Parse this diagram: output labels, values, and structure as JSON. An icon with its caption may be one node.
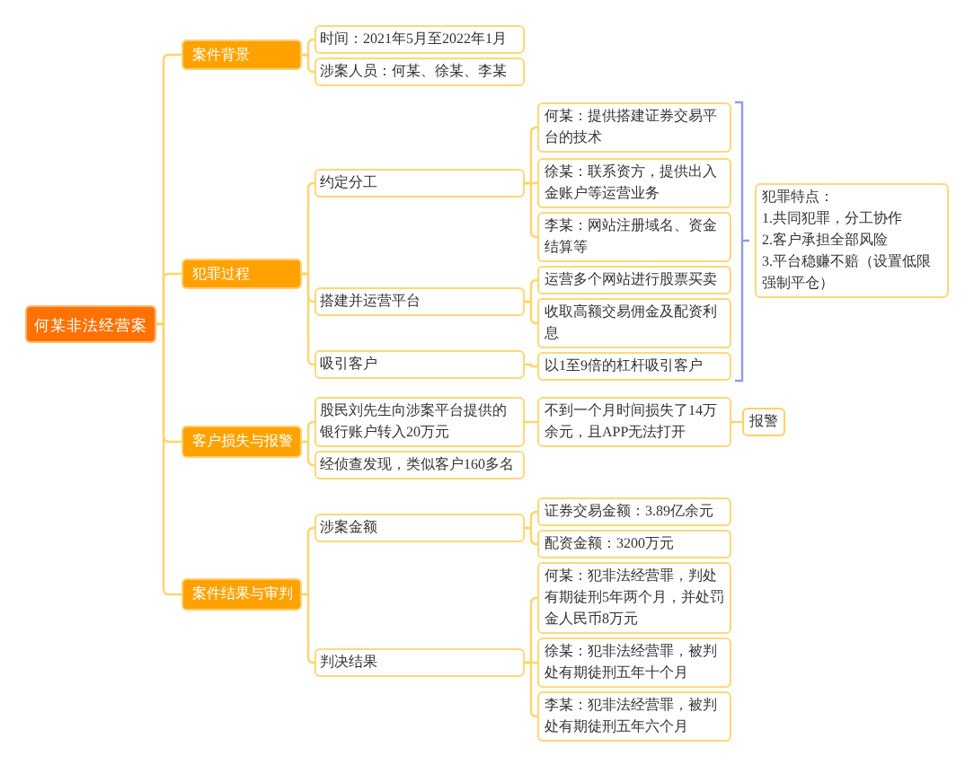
{
  "diagram": {
    "nodes": [
      {
        "text": [
          "何某非法经营案"
        ]
      },
      {
        "text": [
          "案件背景"
        ]
      },
      {
        "text": [
          "时间：2021年5月至2022年1月"
        ]
      },
      {
        "text": [
          "涉案人员：何某、徐某、李某"
        ]
      },
      {
        "text": [
          "犯罪过程"
        ]
      },
      {
        "text": [
          "约定分工"
        ]
      },
      {
        "text": [
          "何某：提供搭建证券交易平台的技术"
        ]
      },
      {
        "text": [
          "徐某：联系资方，提供出入金账户等运营业务"
        ]
      },
      {
        "text": [
          "李某：网站注册域名、资金结算等"
        ]
      },
      {
        "text": [
          "搭建并运营平台"
        ]
      },
      {
        "text": [
          "运营多个网站进行股票买卖"
        ]
      },
      {
        "text": [
          "收取高额交易佣金及配资利息"
        ]
      },
      {
        "text": [
          "吸引客户"
        ]
      },
      {
        "text": [
          "以1至9倍的杠杆吸引客户"
        ]
      },
      {
        "text": [
          "犯罪特点：",
          "1.共同犯罪，分工协作",
          "2.客户承担全部风险",
          "3.平台稳赚不赔（设置低限强制平仓）"
        ]
      },
      {
        "text": [
          "客户损失与报警"
        ]
      },
      {
        "text": [
          "股民刘先生向涉案平台提供的银行账户转入20万元"
        ]
      },
      {
        "text": [
          "经侦查发现，类似客户160多名"
        ]
      },
      {
        "text": [
          "不到一个月时间损失了14万余元，且APP无法打开"
        ]
      },
      {
        "text": [
          "报警"
        ]
      },
      {
        "text": [
          "案件结果与审判"
        ]
      },
      {
        "text": [
          "涉案金额"
        ]
      },
      {
        "text": [
          "证券交易金额：3.89亿余元"
        ]
      },
      {
        "text": [
          "配资金额：3200万元"
        ]
      },
      {
        "text": [
          "判决结果"
        ]
      },
      {
        "text": [
          "何某：犯非法经营罪，判处有期徒刑5年两个月，并处罚金人民币8万元"
        ]
      },
      {
        "text": [
          "徐某：犯非法经营罪，被判处有期徒刑五年十个月"
        ]
      },
      {
        "text": [
          "李某：犯非法经营罪，被判处有期徒刑五年六个月"
        ]
      }
    ],
    "edges": [
      {
        "from": 0,
        "to": 1,
        "arrow": "none"
      },
      {
        "from": 0,
        "to": 4,
        "arrow": "none"
      },
      {
        "from": 0,
        "to": 15,
        "arrow": "none"
      },
      {
        "from": 0,
        "to": 20,
        "arrow": "none"
      },
      {
        "from": 1,
        "to": 2,
        "arrow": "none"
      },
      {
        "from": 1,
        "to": 3,
        "arrow": "none"
      },
      {
        "from": 4,
        "to": 5,
        "arrow": "none"
      },
      {
        "from": 4,
        "to": 9,
        "arrow": "none"
      },
      {
        "from": 4,
        "to": 12,
        "arrow": "none"
      },
      {
        "from": 5,
        "to": 6,
        "arrow": "none"
      },
      {
        "from": 5,
        "to": 7,
        "arrow": "none"
      },
      {
        "from": 5,
        "to": 8,
        "arrow": "none"
      },
      {
        "from": 9,
        "to": 10,
        "arrow": "none"
      },
      {
        "from": 9,
        "to": 11,
        "arrow": "none"
      },
      {
        "from": 12,
        "to": 13,
        "arrow": "none"
      },
      {
        "from": 15,
        "to": 16,
        "arrow": "none"
      },
      {
        "from": 15,
        "to": 17,
        "arrow": "none"
      },
      {
        "from": 16,
        "to": 18,
        "arrow": "none"
      },
      {
        "from": 18,
        "to": 19,
        "arrow": "none"
      },
      {
        "from": 20,
        "to": 21,
        "arrow": "none"
      },
      {
        "from": 20,
        "to": 24,
        "arrow": "none"
      },
      {
        "from": 21,
        "to": 22,
        "arrow": "none"
      },
      {
        "from": 21,
        "to": 23,
        "arrow": "none"
      },
      {
        "from": 24,
        "to": 25,
        "arrow": "none"
      },
      {
        "from": 24,
        "to": 26,
        "arrow": "none"
      },
      {
        "from": 24,
        "to": 27,
        "arrow": "none"
      }
    ]
  }
}
